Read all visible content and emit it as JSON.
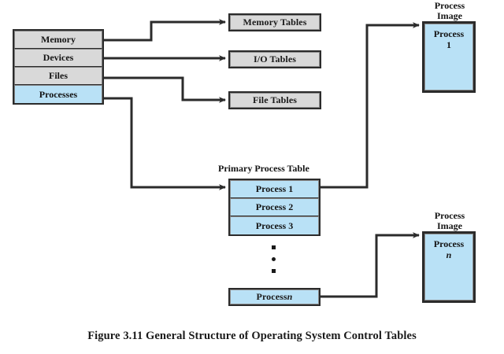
{
  "figure": {
    "caption": "Figure 3.11  General Structure of Operating System Control Tables",
    "background_color": "#ffffff",
    "line_color": "#2b2b2b",
    "gray_fill": "#d9d9d9",
    "blue_fill": "#b9e1f6"
  },
  "resource_stack": {
    "name": "operating-system-resource-list",
    "rows": [
      {
        "label": "Memory",
        "fill": "#d9d9d9"
      },
      {
        "label": "Devices",
        "fill": "#d9d9d9"
      },
      {
        "label": "Files",
        "fill": "#d9d9d9"
      },
      {
        "label": "Processes",
        "fill": "#b9e1f6"
      }
    ]
  },
  "tables": [
    {
      "label": "Memory Tables",
      "fill": "#d9d9d9"
    },
    {
      "label": "I/O Tables",
      "fill": "#d9d9d9"
    },
    {
      "label": "File Tables",
      "fill": "#d9d9d9"
    }
  ],
  "primary_process_table": {
    "label": "Primary Process Table",
    "rows": [
      {
        "label": "Process 1"
      },
      {
        "label": "Process 2"
      },
      {
        "label": "Process 3"
      }
    ],
    "ellipsis": "···",
    "last_row": {
      "prefix": "Process ",
      "index": "n"
    }
  },
  "process_images": [
    {
      "caption_line1": "Process",
      "caption_line2": "Image",
      "body_line1": "Process",
      "body_line2": "1",
      "fill": "#b9e1f6"
    },
    {
      "caption_line1": "Process",
      "caption_line2": "Image",
      "body_line1": "Process",
      "body_line2": "n",
      "fill": "#b9e1f6"
    }
  ],
  "connectors": [
    {
      "name": "memory-to-memory-tables",
      "from": "Memory",
      "to": "Memory Tables"
    },
    {
      "name": "devices-to-io-tables",
      "from": "Devices",
      "to": "I/O Tables"
    },
    {
      "name": "files-to-file-tables",
      "from": "Files",
      "to": "File Tables"
    },
    {
      "name": "processes-to-primary-process-table",
      "from": "Processes",
      "to": "Primary Process Table"
    },
    {
      "name": "process1-to-process-image-1",
      "from": "Process 1",
      "to": "Process Image 1"
    },
    {
      "name": "processn-to-process-image-n",
      "from": "Process n",
      "to": "Process Image n"
    }
  ]
}
